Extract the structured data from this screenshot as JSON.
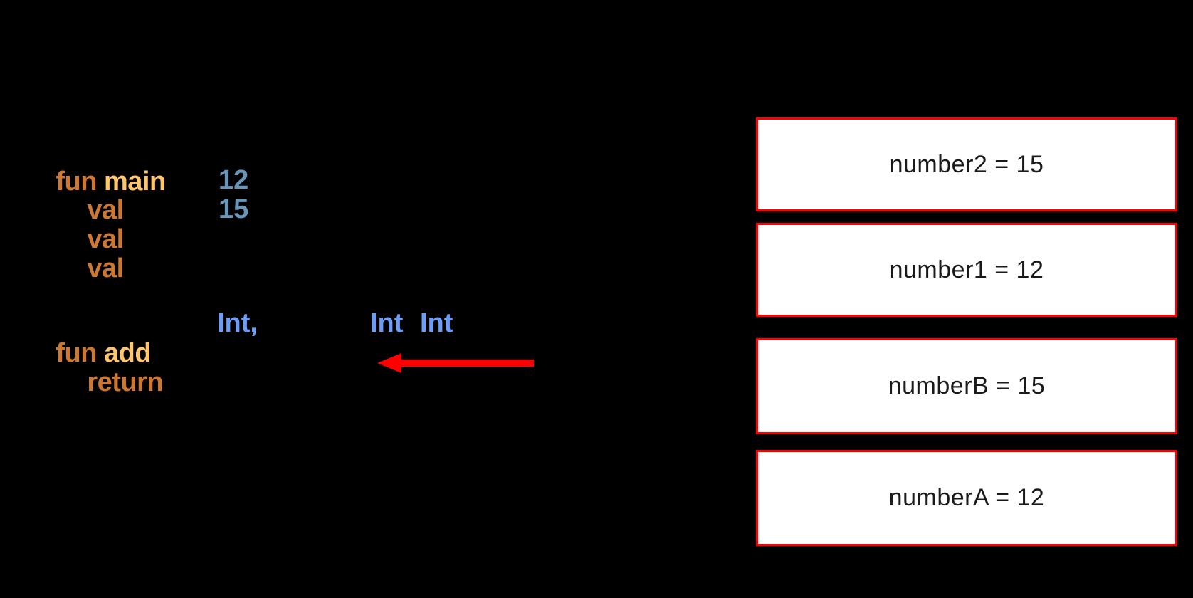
{
  "theme": {
    "background": "#000000",
    "keyword_color": "#CC7832",
    "function_name_color": "#FFC66D",
    "number_color": "#6897BB",
    "type_color": "#6A9EF8",
    "arrow_color": "#FF0000",
    "box_border_color": "#FF0000",
    "box_fill_color": "#FFFFFF",
    "box_text_color": "#1A1A1A"
  },
  "code": {
    "lines": [
      {
        "id": "main-sig",
        "tokens": [
          {
            "text": "fun ",
            "kind": "keyword"
          },
          {
            "text": "main",
            "kind": "funcname"
          }
        ]
      },
      {
        "id": "val1",
        "tokens": [
          {
            "text": "val",
            "kind": "keyword"
          }
        ]
      },
      {
        "id": "val2",
        "tokens": [
          {
            "text": "val",
            "kind": "keyword"
          }
        ]
      },
      {
        "id": "val3",
        "tokens": [
          {
            "text": "val",
            "kind": "keyword"
          }
        ]
      },
      {
        "id": "add-sig",
        "tokens": [
          {
            "text": "fun ",
            "kind": "keyword"
          },
          {
            "text": "add",
            "kind": "funcname"
          }
        ]
      },
      {
        "id": "return",
        "tokens": [
          {
            "text": "return",
            "kind": "keyword"
          }
        ]
      }
    ],
    "literals": {
      "number_12": "12",
      "number_15": "15"
    },
    "types": {
      "param_type_a": "Int,",
      "param_type_b": "Int",
      "return_type": "Int"
    }
  },
  "arrow": {
    "name": "return-value-arrow",
    "direction": "left",
    "color": "#FF0000"
  },
  "stack": {
    "frames": [
      {
        "label": "number2 = 15",
        "variable": "number2",
        "value": "15"
      },
      {
        "label": "number1 = 12",
        "variable": "number1",
        "value": "12"
      },
      {
        "label": "numberB = 15",
        "variable": "numberB",
        "value": "15"
      },
      {
        "label": "numberA = 12",
        "variable": "numberA",
        "value": "12"
      }
    ]
  }
}
